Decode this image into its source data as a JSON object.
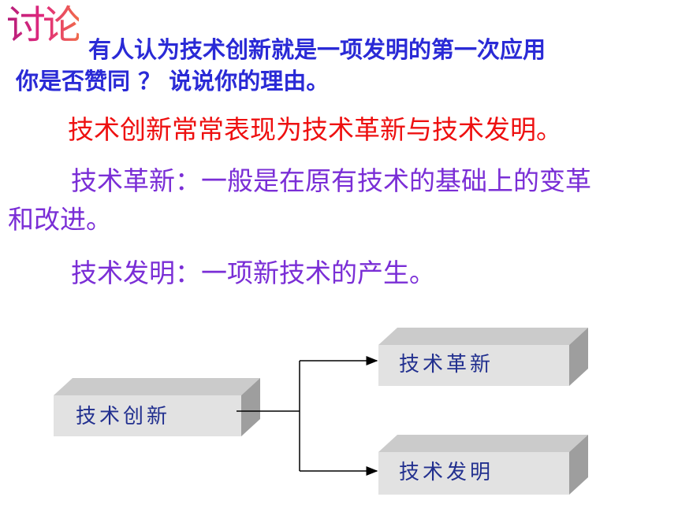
{
  "heading": {
    "discuss": "讨论",
    "question_line1": "有人认为技术创新就是一项发明的第一次应用",
    "question_line2": "你是否赞同 ？ 说说你的理由。"
  },
  "statement": "技术创新常常表现为技术革新与技术发明。",
  "definitions": {
    "renovation_line1": "技术革新：一般是在原有技术的基础上的变革",
    "renovation_line2": "和改进。",
    "invention": "技术发明：一项新技术的产生。"
  },
  "diagram": {
    "root": "技术创新",
    "branch_top": "技术革新",
    "branch_bottom": "技术发明"
  },
  "colors": {
    "question": "#2a2ad6",
    "statement": "#ee1010",
    "definitions": "#7a2ed6",
    "box_front": "#e2e2e2",
    "box_top": "#c9c9c9",
    "box_side": "#9b9b9b"
  }
}
